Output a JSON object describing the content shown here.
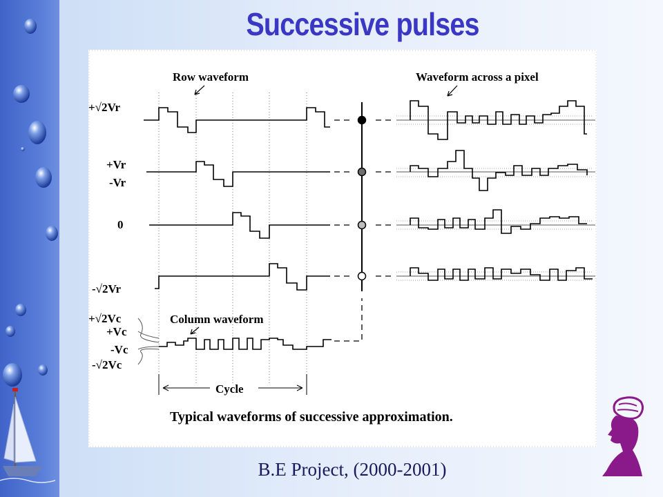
{
  "slide": {
    "title": "Successive pulses",
    "footer": "B.E Project, (2000-2001)"
  },
  "figure": {
    "label_row_waveform": "Row waveform",
    "label_pixel_waveform": "Waveform across a pixel",
    "label_column_waveform": "Column waveform",
    "label_cycle": "Cycle",
    "caption": "Typical waveforms of successive approximation.",
    "row_levels": {
      "plus_sqrt2_vr": "+√2Vr",
      "plus_vr": "+Vr",
      "minus_vr": "-Vr",
      "zero": "0",
      "minus_sqrt2_vr": "-√2Vr"
    },
    "column_levels": {
      "plus_sqrt2_vc": "+√2Vc",
      "plus_vc": "+Vc",
      "minus_vc": "-Vc",
      "minus_sqrt2_vc": "-√2Vc"
    }
  },
  "colors": {
    "sidebar": "#4a6fd0",
    "title": "#3a37c4",
    "logo": "#8a1a8a",
    "node_fills": [
      "#000000",
      "#707070",
      "#bdbdbd",
      "#ffffff"
    ]
  }
}
